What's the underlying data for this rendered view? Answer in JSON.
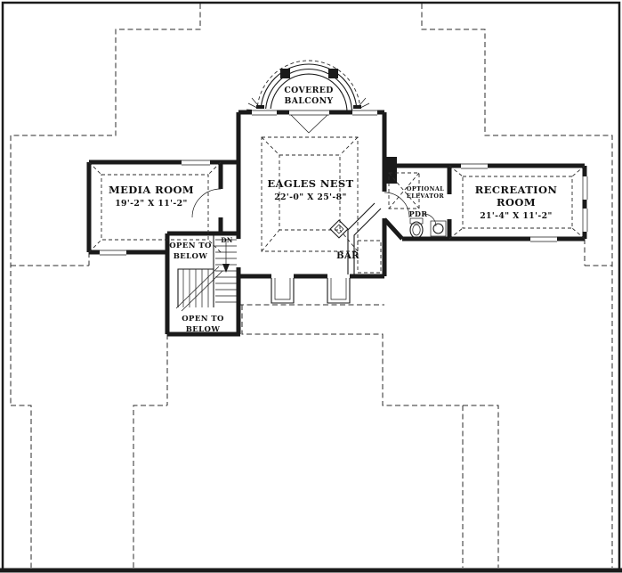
{
  "colors": {
    "ink": "#1a1a1a",
    "paper": "#ffffff"
  },
  "labels": {
    "balcony_line1": "COVERED",
    "balcony_line2": "BALCONY",
    "eagles_name": "EAGLES NEST",
    "eagles_dims": "22'-0\" X 25'-8\"",
    "media_name": "MEDIA ROOM",
    "media_dims": "19'-2\" X 11'-2\"",
    "rec_line1": "RECREATION",
    "rec_line2": "ROOM",
    "rec_dims": "21'-4\" X 11'-2\"",
    "elevator_line1": "OPTIONAL",
    "elevator_line2": "ELEVATOR",
    "pdr": "PDR",
    "bar": "BAR",
    "open_below_top_line1": "OPEN TO",
    "open_below_top_line2": "BELOW",
    "open_below_bottom_line1": "OPEN TO",
    "open_below_bottom_line2": "BELOW",
    "stairs_dn": "DN"
  }
}
